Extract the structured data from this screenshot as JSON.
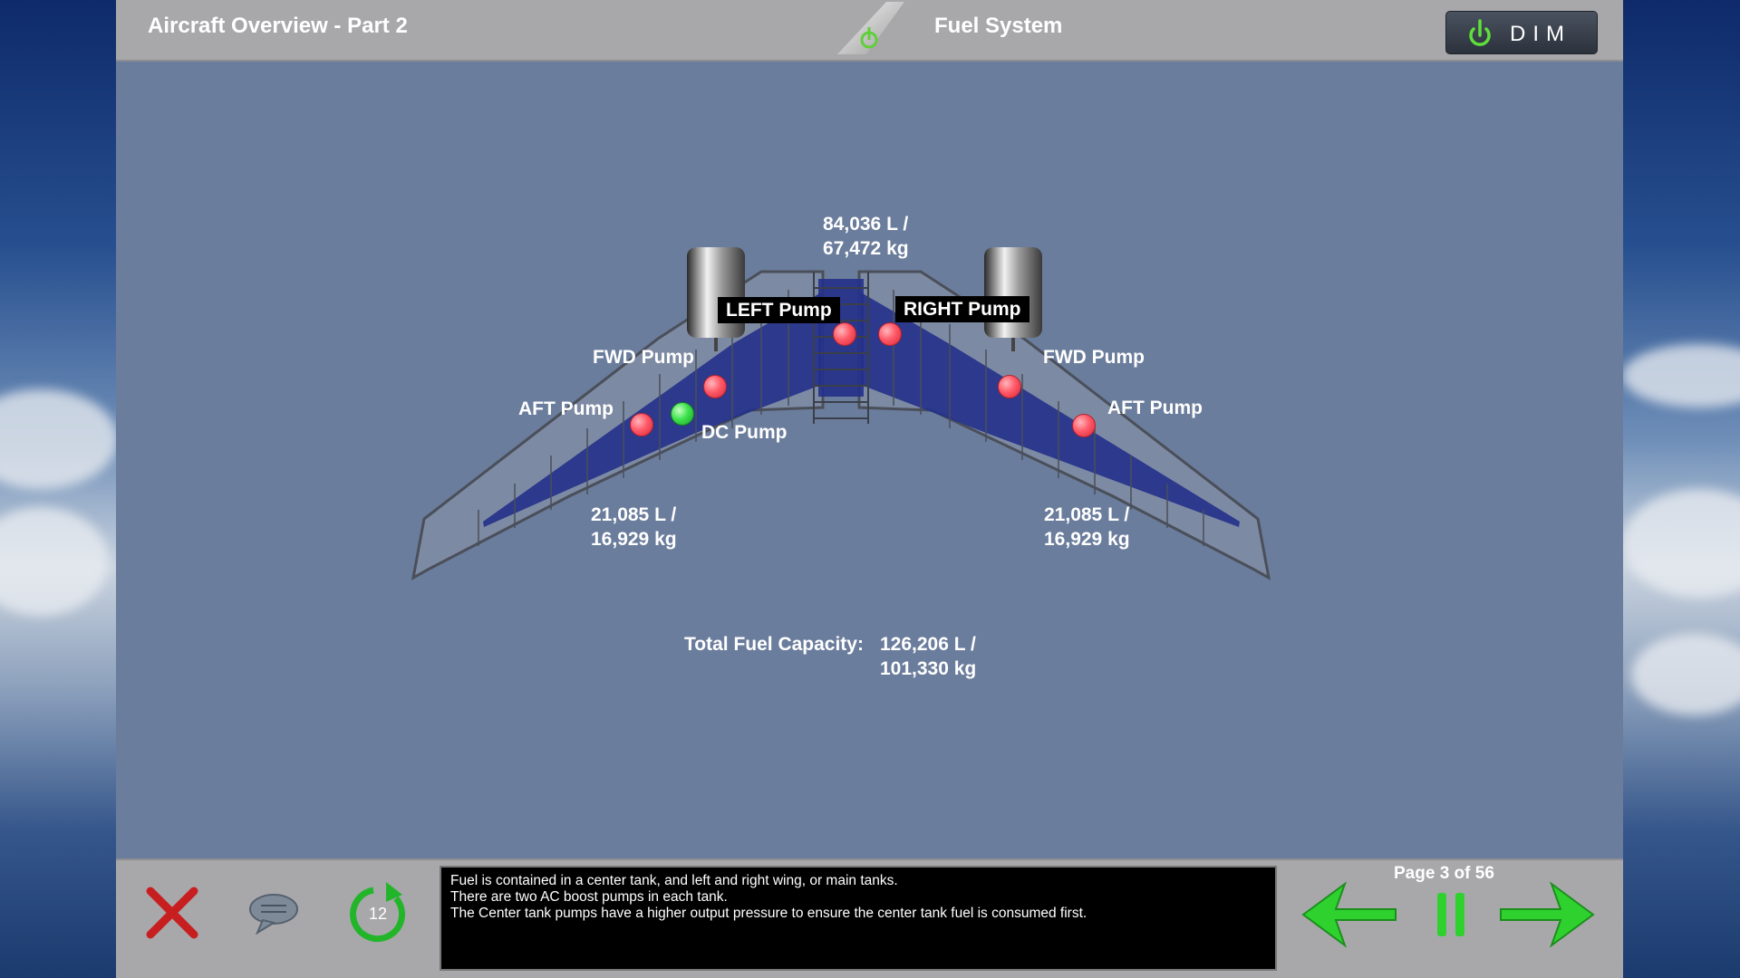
{
  "header": {
    "lesson_title": "Aircraft Overview - Part 2",
    "section_title": "Fuel System",
    "dim_label": "DIM"
  },
  "diagram": {
    "center_tank": {
      "liters": "84,036 L /",
      "kg": "67,472 kg"
    },
    "left_tank": {
      "liters": "21,085 L /",
      "kg": "16,929 kg"
    },
    "right_tank": {
      "liters": "21,085 L /",
      "kg": "16,929 kg"
    },
    "total_label": "Total Fuel Capacity:",
    "total_liters": "126,206 L /",
    "total_kg": "101,330 kg",
    "pump_labels": {
      "left_center": "LEFT Pump",
      "right_center": "RIGHT Pump",
      "left_fwd": "FWD Pump",
      "left_aft": "AFT Pump",
      "left_dc": "DC Pump",
      "right_fwd": "FWD Pump",
      "right_aft": "AFT Pump"
    },
    "pump_states": {
      "left_center": "off",
      "right_center": "off",
      "left_fwd": "off",
      "left_aft": "off",
      "left_dc": "on",
      "right_fwd": "off",
      "right_aft": "off"
    },
    "colors": {
      "pump_off": "#ff5a68",
      "pump_on": "#3ee34f",
      "tank_fill": "#24308a"
    }
  },
  "footer": {
    "narration": [
      "Fuel is contained in a center tank, and left and right wing, or main tanks.",
      "There are two AC boost pumps in each tank.",
      "The Center tank pumps have a higher output pressure to ensure the center tank fuel is consumed first."
    ],
    "page_indicator": "Page 3 of 56",
    "replay_count": "12",
    "icons": {
      "close": "close-icon",
      "comment": "speech-bubble-icon",
      "replay": "replay-icon",
      "back": "arrow-left-icon",
      "pause": "pause-icon",
      "next": "arrow-right-icon"
    }
  }
}
